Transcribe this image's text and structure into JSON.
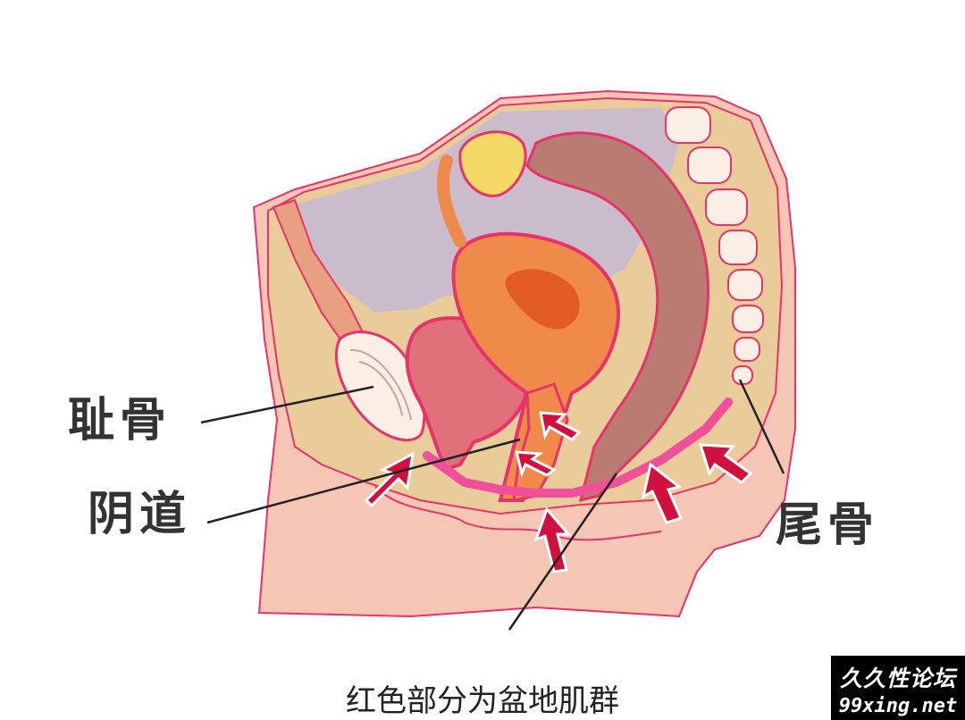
{
  "labels": {
    "pubic_bone": "耻骨",
    "vagina": "阴道",
    "coccyx": "尾骨"
  },
  "caption": "红色部分为盆地肌群",
  "watermark": {
    "line1": "久久性论坛",
    "line2": "99xing.net"
  },
  "colors": {
    "outline": "#e8336a",
    "skin": "#f6c6b4",
    "fat": "#e9cc9a",
    "cavity": "#cbbccb",
    "bladder": "#e0707a",
    "uterus": "#f08a4a",
    "uterus_inner": "#e25a24",
    "rectum": "#b97b72",
    "ovary": "#f5d865",
    "bone": "#fbeee4",
    "pelvic_floor": "#f0509a",
    "arrow": "#d0103e"
  }
}
